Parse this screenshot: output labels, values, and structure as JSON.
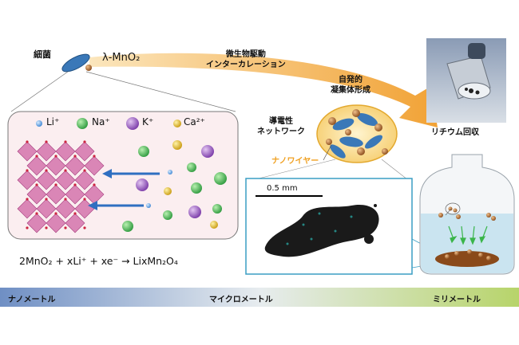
{
  "labels": {
    "bacteria": "細菌",
    "lambda_mno2": "λ-MnO₂",
    "microbial_line1": "微生物駆動",
    "microbial_line2": "インターカレーション",
    "spontaneous_line1": "自発的",
    "spontaneous_line2": "凝集体形成",
    "conductive_line1": "導電性",
    "conductive_line2": "ネットワーク",
    "nanowire": "ナノワイヤー",
    "lithium_recovery": "リチウム回収",
    "scale_bar": "0.5 mm"
  },
  "ions": [
    {
      "label": "Li⁺",
      "color": "#4a90d9"
    },
    {
      "label": "Na⁺",
      "color": "#3aa54a"
    },
    {
      "label": "K⁺",
      "color": "#8a4bb8"
    },
    {
      "label": "Ca²⁺",
      "color": "#d8b41c"
    }
  ],
  "equation": "2MnO₂ + xLi⁺ + xe⁻ → LixMn₂O₄",
  "scale_labels": {
    "nano": "ナノメートル",
    "micro": "マイクロメートル",
    "milli": "ミリメートル"
  },
  "colors": {
    "arrow": "#f4a53a",
    "crystal": "#c0468f",
    "panel_border": "#3a9ec4",
    "bar_start": "#6f8fc4",
    "bar_end": "#b7d46a",
    "bacterium": "#3a78b8",
    "particle": "#9a5a2a"
  }
}
